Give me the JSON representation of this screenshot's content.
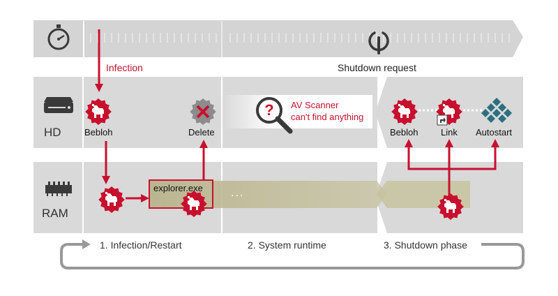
{
  "timeline": {
    "infection_label": "Infection",
    "shutdown_label": "Shutdown request"
  },
  "rows": {
    "hd_label": "HD",
    "ram_label": "RAM"
  },
  "nodes": {
    "hd_bebloh": "Bebloh",
    "hd_delete": "Delete",
    "av_scanner_line1": "AV Scanner",
    "av_scanner_line2": "can't find anything",
    "hd_bebloh_shutdown": "Bebloh",
    "hd_link": "Link",
    "hd_autostart": "Autostart",
    "ram_explorer": "explorer.exe",
    "ram_ellipsis": "..."
  },
  "phases": [
    {
      "label": "1. Infection/Restart"
    },
    {
      "label": "2. System runtime"
    },
    {
      "label": "3. Shutdown phase"
    }
  ],
  "icons": {
    "clock": "stopwatch-icon",
    "power": "power-icon",
    "hd": "hard-drive-icon",
    "ram": "ram-chip-icon",
    "trojan": "trojan-horse-icon",
    "delete": "deleted-trojan-icon",
    "magnifier": "magnifier-question-icon",
    "link": "shortcut-link-icon",
    "autostart": "autostart-tiles-icon"
  },
  "colors": {
    "accent_red": "#c8102e",
    "band_gray": "#d9d9d9",
    "timeline_gray": "#d4d4d4",
    "ram_olive": "#b9b48d",
    "autostart_teal": "#2e6f7f"
  }
}
